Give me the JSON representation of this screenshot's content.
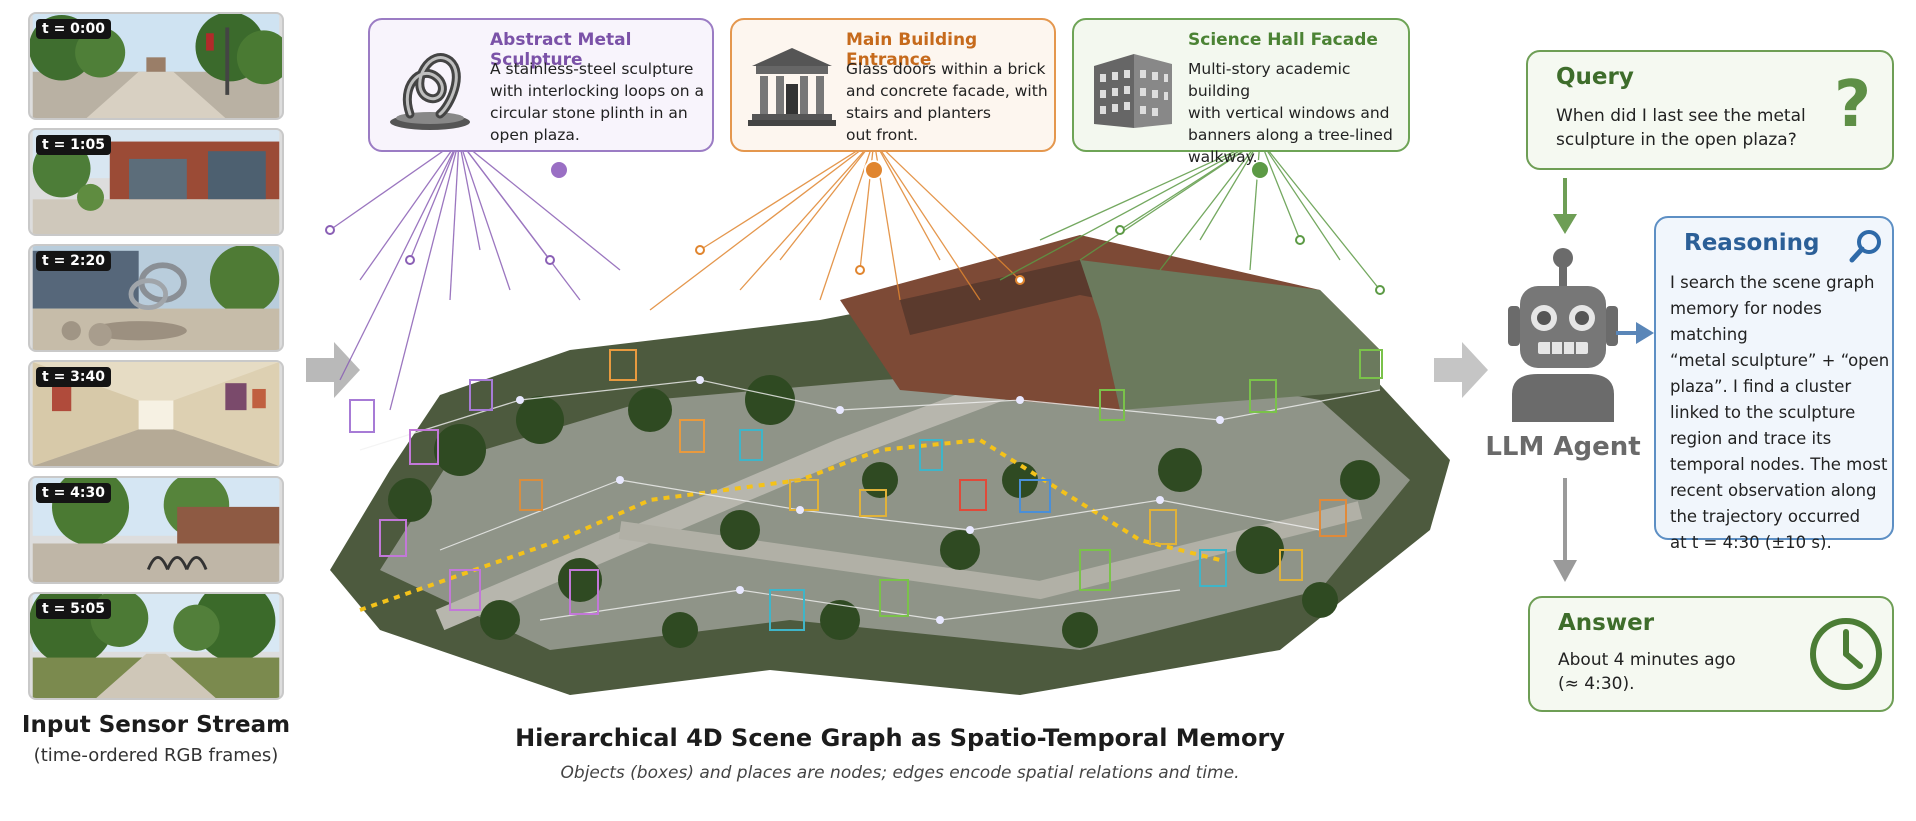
{
  "input_stream": {
    "title": "Input Sensor Stream",
    "subtitle": "(time-ordered RGB frames)",
    "frames": [
      {
        "time": "t = 0:00",
        "scene": "tree-lined walkway with banners"
      },
      {
        "time": "t = 1:05",
        "scene": "brick building entrance"
      },
      {
        "time": "t = 2:20",
        "scene": "metal sculpture on plaza"
      },
      {
        "time": "t = 3:40",
        "scene": "indoor hallway"
      },
      {
        "time": "t = 4:30",
        "scene": "walkway with bike racks"
      },
      {
        "time": "t = 5:05",
        "scene": "tree-lined path"
      }
    ]
  },
  "nodes": [
    {
      "title": "Abstract Metal Sculpture",
      "lines": [
        "A stainless-steel sculpture",
        "with interlocking loops on a",
        "circular stone plinth in an",
        "open plaza."
      ],
      "color": "#8a5fb5",
      "icon": "sculpture-icon"
    },
    {
      "title": "Main Building Entrance",
      "lines": [
        "Glass doors within a brick",
        "and concrete facade, with",
        "stairs and planters",
        "out front."
      ],
      "color": "#e0852f",
      "icon": "entrance-icon"
    },
    {
      "title": "Science Hall Facade",
      "lines": [
        "Multi-story academic building",
        "with vertical windows and",
        "banners along a tree-lined",
        "walkway."
      ],
      "color": "#5c9a45",
      "icon": "building-icon"
    }
  ],
  "graph": {
    "title": "Hierarchical 4D Scene Graph as Spatio-Temporal Memory",
    "subtitle": "Objects (boxes) and places are nodes; edges encode spatial relations and time."
  },
  "query": {
    "title": "Query",
    "text": [
      "When did I last see the metal",
      "sculpture in the open plaza?"
    ],
    "icon": "question-icon"
  },
  "agent": {
    "label": "LLM Agent",
    "icon": "robot-icon"
  },
  "reasoning": {
    "title": "Reasoning",
    "icon": "magnifier-icon",
    "lines": [
      "I search the scene graph",
      "memory for nodes matching",
      "“metal sculpture” + “open",
      "plaza”. I find a cluster",
      "linked to the sculpture",
      "region and trace its",
      "temporal nodes. The most",
      "recent observation along",
      "the trajectory occurred",
      "at t = 4:30 (±10 s)."
    ]
  },
  "answer": {
    "title": "Answer",
    "text": [
      "About 4 minutes ago",
      "(≈ 4:30)."
    ],
    "icon": "clock-icon"
  },
  "colors": {
    "purple": "#8a5fb5",
    "orange": "#e0852f",
    "green": "#5c9a45",
    "query_green": "#5f8f4a",
    "reasoning_blue": "#2f6aa8",
    "arrow_gray": "#b5b5b5"
  }
}
